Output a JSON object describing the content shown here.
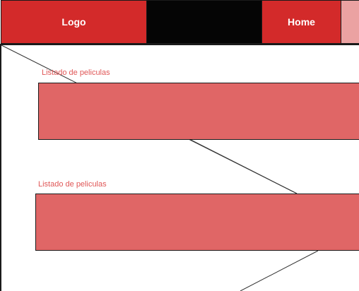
{
  "navbar": {
    "logo_label": "Logo",
    "home_label": "Home"
  },
  "sections": [
    {
      "title": "Listado de peliculas"
    },
    {
      "title": "Listado de peliculas"
    }
  ],
  "colors": {
    "nav_red": "#d32a2a",
    "nav_pink": "#eba2a2",
    "list_red": "#e06666",
    "label_red": "#e05757"
  }
}
